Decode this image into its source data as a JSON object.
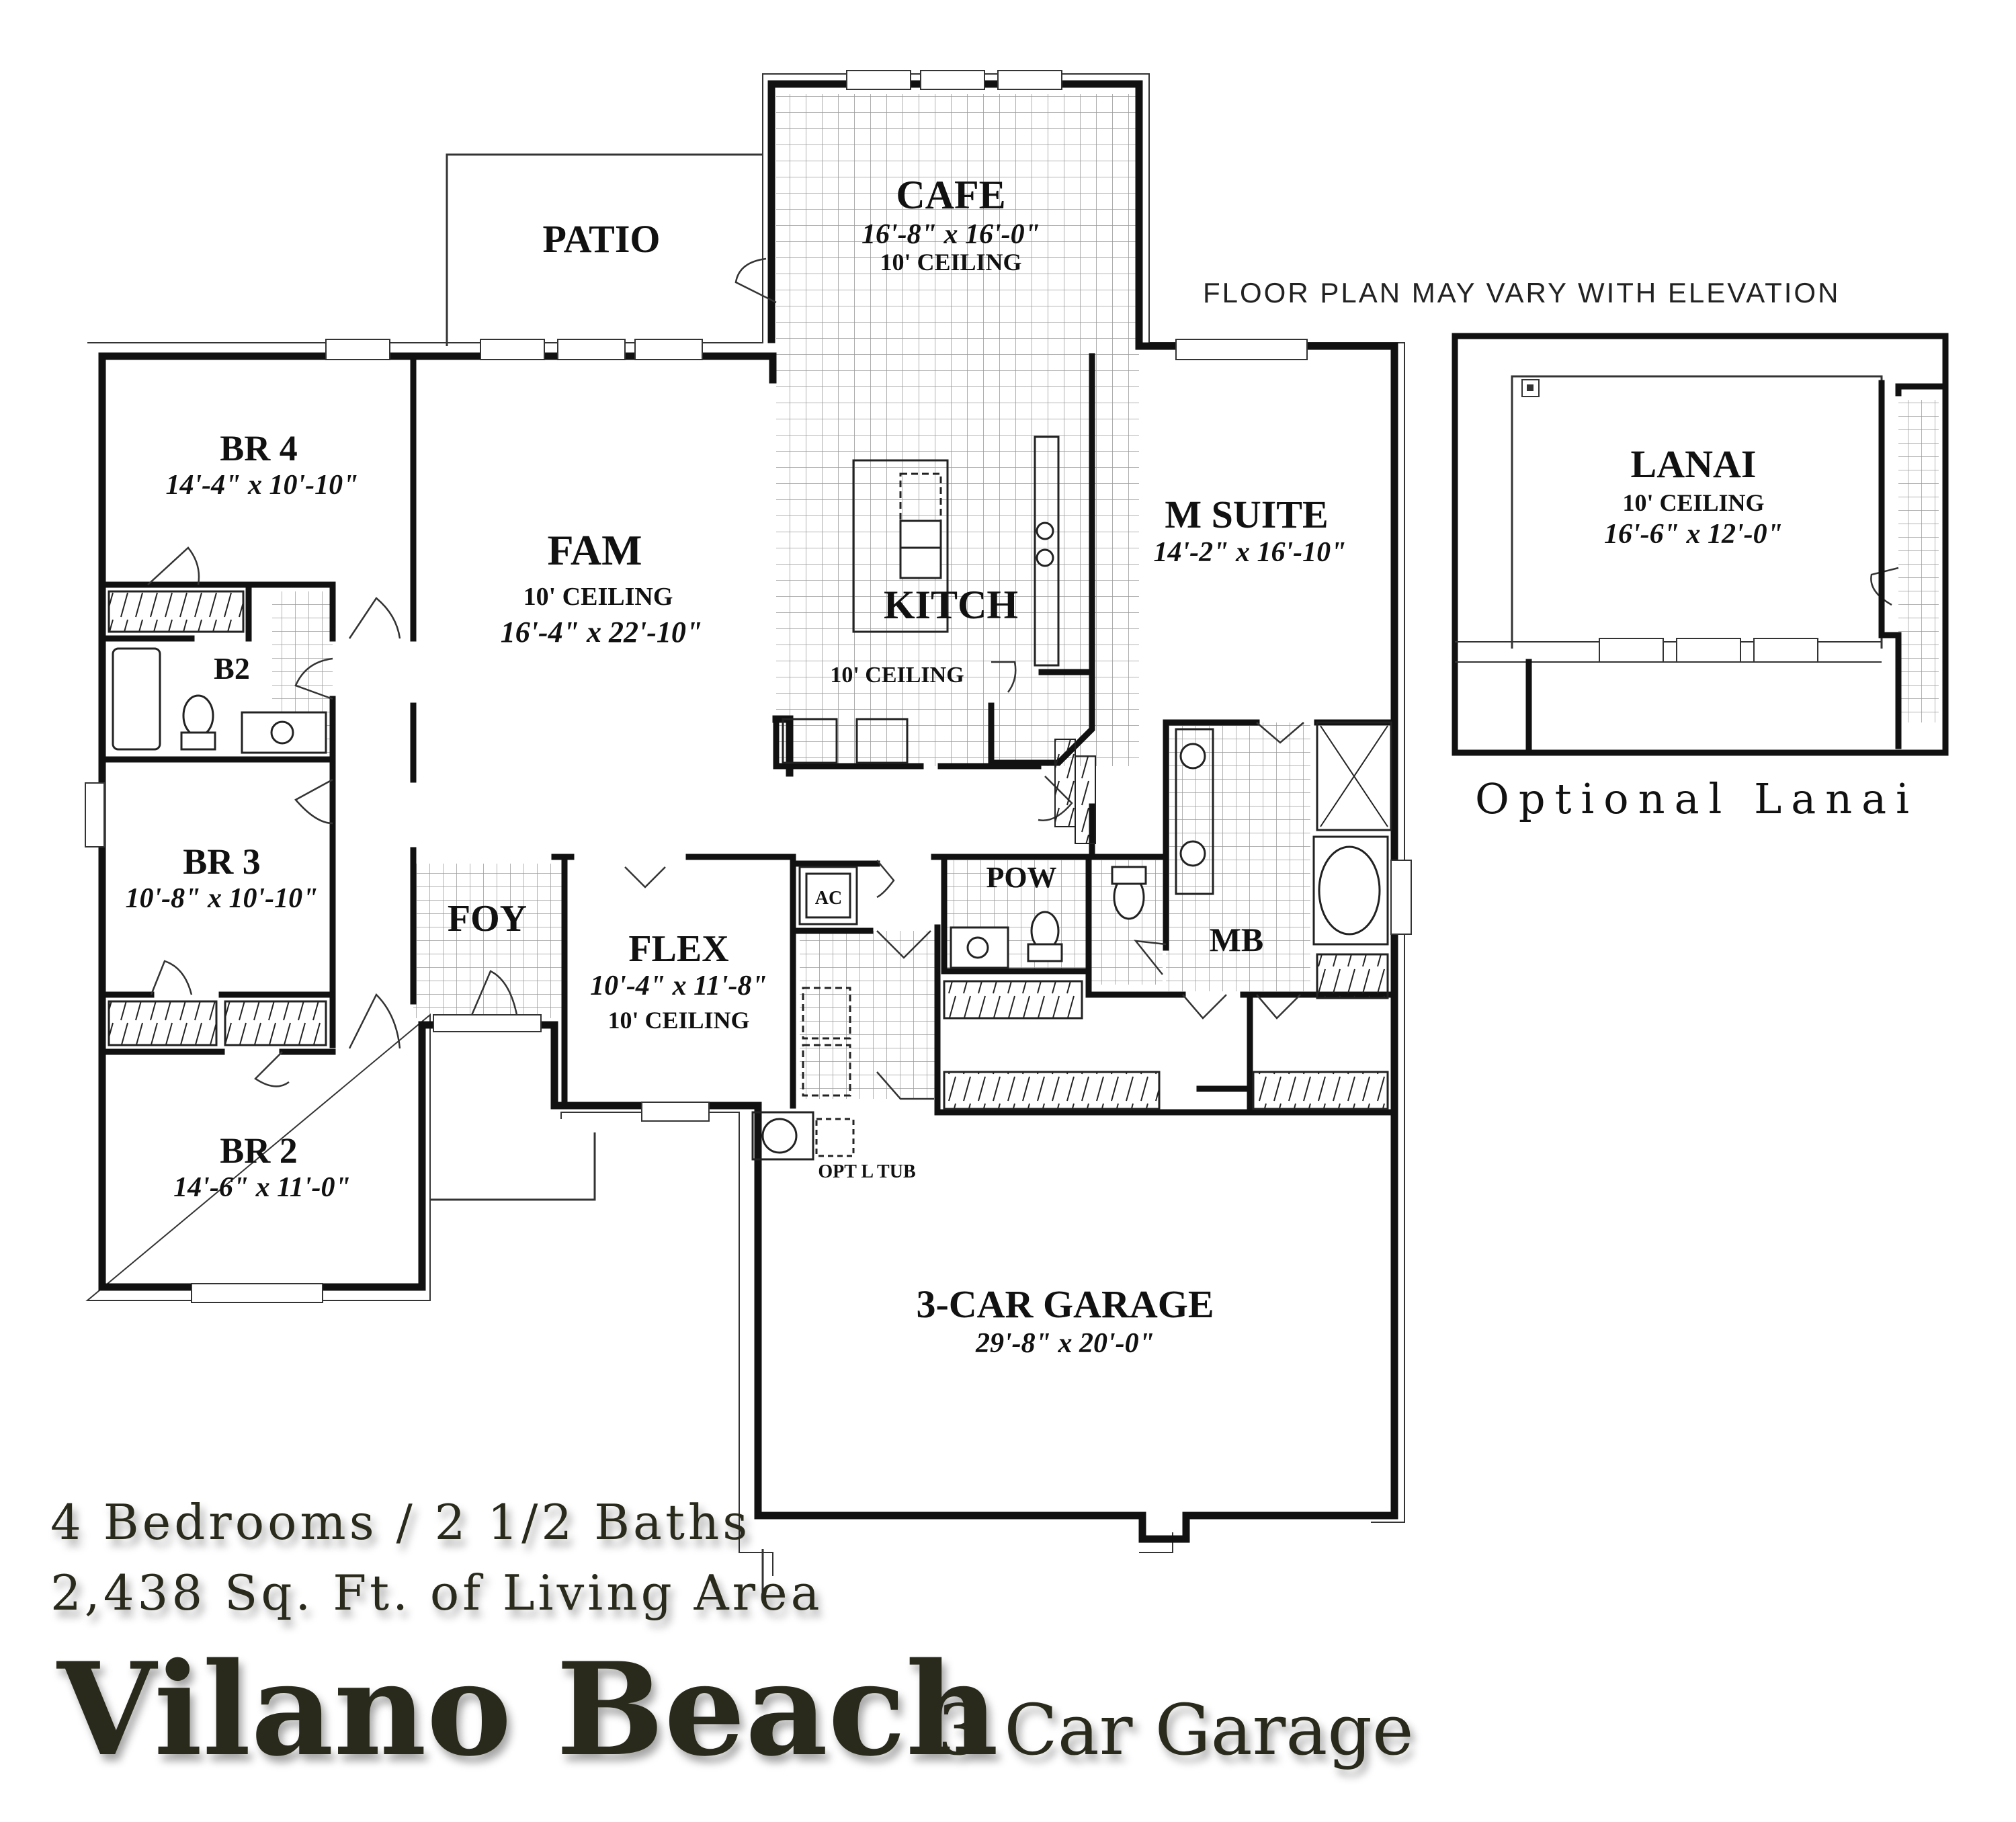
{
  "note_top": "FLOOR PLAN MAY VARY WITH ELEVATION",
  "rooms": {
    "patio": {
      "name": "PATIO"
    },
    "cafe": {
      "name": "CAFE",
      "dim": "16'-8\" x 16'-0\"",
      "ceiling": "10' CEILING"
    },
    "br4": {
      "name": "BR 4",
      "dim": "14'-4\" x 10'-10\""
    },
    "fam": {
      "name": "FAM",
      "ceiling": "10' CEILING",
      "dim": "16'-4\" x 22'-10\""
    },
    "kitch": {
      "name": "KITCH",
      "ceiling": "10' CEILING"
    },
    "msuite": {
      "name": "M SUITE",
      "dim": "14'-2\" x 16'-10\""
    },
    "b2": {
      "name": "B2"
    },
    "br3": {
      "name": "BR 3",
      "dim": "10'-8\" x 10'-10\""
    },
    "foy": {
      "name": "FOY"
    },
    "flex": {
      "name": "FLEX",
      "dim": "10'-4\" x 11'-8\"",
      "ceiling": "10' CEILING"
    },
    "ac": {
      "name": "AC"
    },
    "pow": {
      "name": "POW"
    },
    "mb": {
      "name": "MB"
    },
    "br2": {
      "name": "BR 2",
      "dim": "14'-6\" x 11'-0\""
    },
    "opt_tub": {
      "name": "OPT L TUB"
    },
    "garage": {
      "name": "3-CAR GARAGE",
      "dim": "29'-8\" x 20'-0\""
    },
    "lanai": {
      "name": "LANAI",
      "ceiling": "10' CEILING",
      "dim": "16'-6\" x 12'-0\""
    }
  },
  "optional_label": "Optional Lanai",
  "summary": {
    "beds_baths": "4 Bedrooms / 2 1/2 Baths",
    "area": "2,438 Sq. Ft. of Living Area"
  },
  "title": "Vilano Beach",
  "subtitle": "3 Car Garage"
}
